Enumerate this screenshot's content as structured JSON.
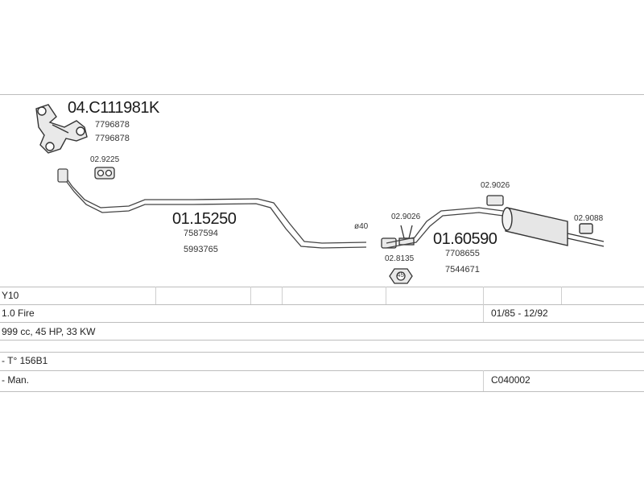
{
  "parts": {
    "manifold_code": "04.C111981K",
    "manifold_ref1": "7796878",
    "manifold_ref2": "7796878",
    "gasket_code": "02.9225",
    "front_pipe_code": "01.15250",
    "front_pipe_ref1": "7587594",
    "front_pipe_ref2": "5993765",
    "diameter_label": "ø40",
    "clamp_code": "02.9026",
    "ring_code": "02.8135",
    "ring_inner_label": "45",
    "hanger_code": "02.9026",
    "rear_box_code": "01.60590",
    "rear_box_ref1": "7708655",
    "rear_box_ref2": "7544671",
    "rear_hanger_code": "02.9088"
  },
  "table": {
    "row1_model": "Y10",
    "row2_engine": "1.0 Fire",
    "row2_years": "01/85 - 12/92",
    "row3_specs": "999 cc, 45 HP, 33 KW",
    "row4_type": "- T° 156B1",
    "row5_gear": "- Man.",
    "row5_code": "C040002"
  },
  "icons": {
    "manifold": "exhaust-manifold-icon",
    "gasket": "gasket-icon",
    "clamp": "pipe-clamp-icon",
    "ring": "sealing-ring-icon",
    "hanger": "rubber-hanger-icon",
    "muffler": "rear-muffler-icon"
  }
}
